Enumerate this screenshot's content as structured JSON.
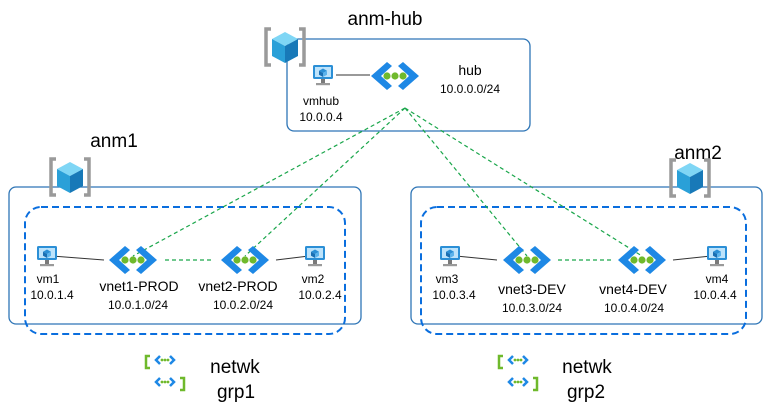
{
  "hub": {
    "name": "anm-hub",
    "vnet": "hub",
    "cidr": "10.0.0.0/24",
    "vm_name": "vmhub",
    "vm_ip": "10.0.0.4"
  },
  "anm1": {
    "name": "anm1",
    "vnet1": {
      "name": "vnet1-PROD",
      "cidr": "10.0.1.0/24",
      "vm_name": "vm1",
      "vm_ip": "10.0.1.4"
    },
    "vnet2": {
      "name": "vnet2-PROD",
      "cidr": "10.0.2.0/24",
      "vm_name": "vm2",
      "vm_ip": "10.0.2.4"
    },
    "group": {
      "line1": "netwk",
      "line2": "grp1"
    }
  },
  "anm2": {
    "name": "anm2",
    "vnet3": {
      "name": "vnet3-DEV",
      "cidr": "10.0.3.0/24",
      "vm_name": "vm3",
      "vm_ip": "10.0.3.4"
    },
    "vnet4": {
      "name": "vnet4-DEV",
      "cidr": "10.0.4.0/24",
      "vm_name": "vm4",
      "vm_ip": "10.0.4.4"
    },
    "group": {
      "line1": "netwk",
      "line2": "grp2"
    }
  },
  "colors": {
    "box_border": "#2e75b6",
    "group_border": "#0a6ede",
    "peering": "#1aa64b",
    "vnet_chevron": "#1e88e5",
    "vnet_dot": "#6fb92c",
    "cube_top": "#5cc8ef",
    "cube_side": "#1f8fc8",
    "bracket": "#9a9a9a"
  },
  "icons": [
    "virtual-network-manager-icon",
    "virtual-network-icon",
    "virtual-machine-icon",
    "network-group-icon"
  ]
}
